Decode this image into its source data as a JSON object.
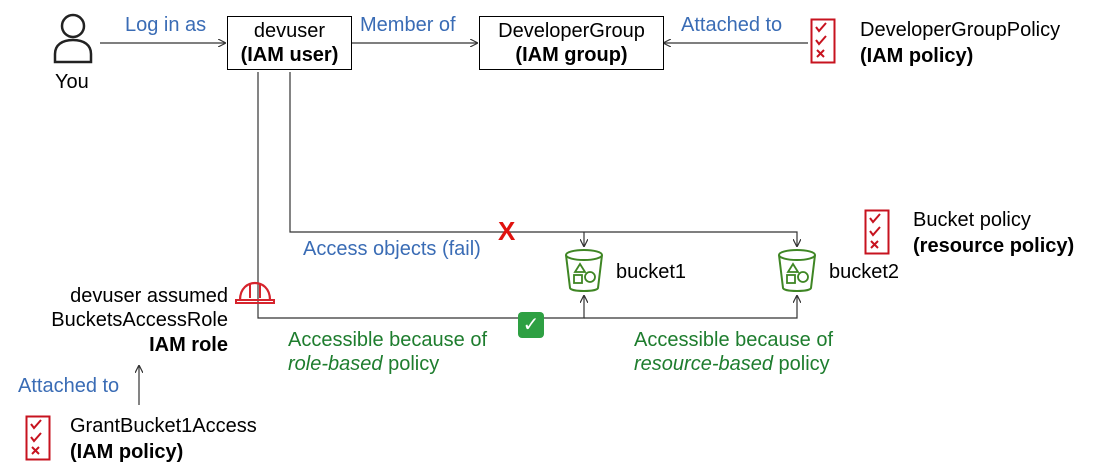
{
  "you": {
    "label": "You"
  },
  "edges": {
    "log_in_as": "Log in as",
    "member_of": "Member of",
    "attached_to_top": "Attached to",
    "access_objects_fail": "Access objects (fail)",
    "attached_to_bottom": "Attached to"
  },
  "devuser_box": {
    "name": "devuser",
    "type": "(IAM user)"
  },
  "group_box": {
    "name": "DeveloperGroup",
    "type": "(IAM group)"
  },
  "group_policy": {
    "name": "DeveloperGroupPolicy",
    "type": "(IAM policy)"
  },
  "bucket_policy": {
    "name": "Bucket policy",
    "type": "(resource policy)"
  },
  "buckets": {
    "bucket1": "bucket1",
    "bucket2": "bucket2"
  },
  "role": {
    "line1": "devuser assumed",
    "line2": "BucketsAccessRole",
    "line3": "IAM role"
  },
  "role_access": {
    "line1": "Accessible because of",
    "italic": "role-based",
    "rest": " policy"
  },
  "resource_access": {
    "line1": "Accessible because of",
    "italic": "resource-based",
    "rest": " policy"
  },
  "grant_policy": {
    "name": "GrantBucket1Access",
    "type": "(IAM policy)"
  },
  "fail_mark": "X",
  "success_mark": "✓",
  "colors": {
    "edge_label": "#3a6cb5",
    "success_text": "#1e7d2e",
    "policy_icon": "#c7131f",
    "bucket_icon": "#3f8624",
    "role_icon": "#d6242d",
    "fail_mark": "#e0130f",
    "check_bg": "#2ea043"
  }
}
